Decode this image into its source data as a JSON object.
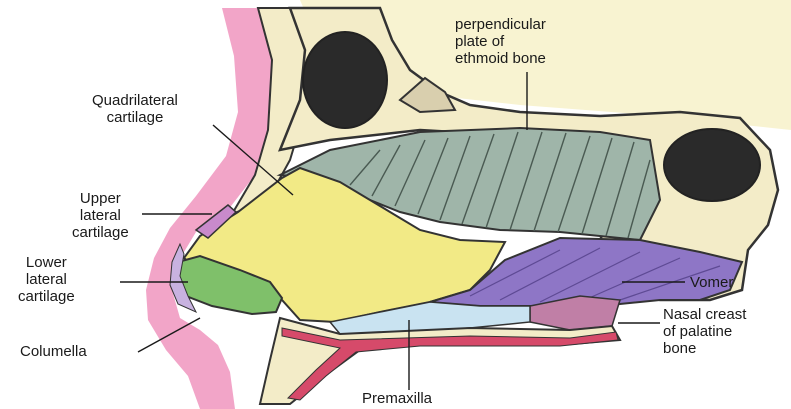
{
  "labels": {
    "perpendicular_plate": "perpendicular\nplate of\nethmoid bone",
    "quadrilateral": "Quadrilateral\ncartilage",
    "upper_lateral": "Upper\nlateral\ncartilage",
    "lower_lateral": "Lower\nlateral\ncartilage",
    "columella": "Columella",
    "vomer": "Vomer",
    "nasal_crest": "Nasal creast\nof palatine\nbone",
    "premaxilla": "Premaxilla"
  },
  "colors": {
    "skin": "#f2a5c8",
    "bone_fill": "#f3ecc8",
    "background_tint": "#f7f1c9",
    "quadrilateral_cartilage": "#f2ea86",
    "ethmoid": "#9fb5a9",
    "vomer": "#8e76c6",
    "lower_lateral_cartilage": "#7fc06a",
    "upper_lateral_cartilage": "#c98acb",
    "premaxilla": "#c9e3f1",
    "nasal_crest": "#c07fa6",
    "palate_mucosa": "#d64a6a",
    "sinus": "#2a2a2a"
  }
}
